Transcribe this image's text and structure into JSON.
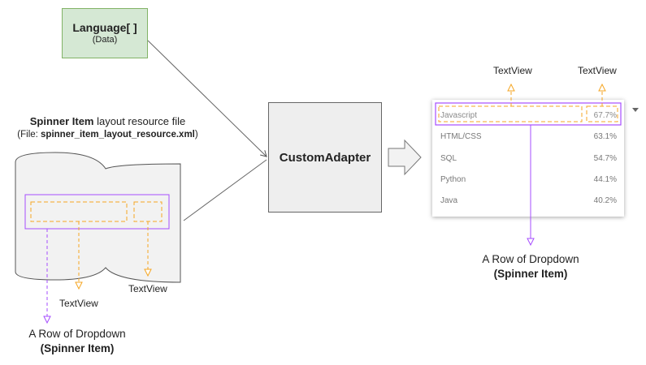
{
  "data_box": {
    "title": "Language[ ]",
    "subtitle": "(Data)"
  },
  "layout_resource": {
    "bold_part": "Spinner Item",
    "rest": " layout resource file",
    "file_prefix": "(File: ",
    "file_name": "spinner_item_layout_resource.xml",
    "file_suffix": ")"
  },
  "adapter": {
    "label": "CustomAdapter"
  },
  "left_labels": {
    "textview_1": "TextView",
    "textview_2": "TextView"
  },
  "left_caption": {
    "line1": "A Row of Dropdown",
    "line2": "(Spinner Item)"
  },
  "right_labels": {
    "textview_1": "TextView",
    "textview_2": "TextView"
  },
  "right_caption": {
    "line1": "A Row of Dropdown",
    "line2": "(Spinner Item)"
  },
  "dropdown": {
    "rows": [
      {
        "name": "Javascript",
        "percent": "67.7%"
      },
      {
        "name": "HTML/CSS",
        "percent": "63.1%"
      },
      {
        "name": "SQL",
        "percent": "54.7%"
      },
      {
        "name": "Python",
        "percent": "44.1%"
      },
      {
        "name": "Java",
        "percent": "40.2%"
      }
    ]
  },
  "colors": {
    "purple": "#a64dff",
    "orange": "#f5a623",
    "data_fill": "#d5e8d4",
    "adapter_fill": "#eeeeee"
  }
}
